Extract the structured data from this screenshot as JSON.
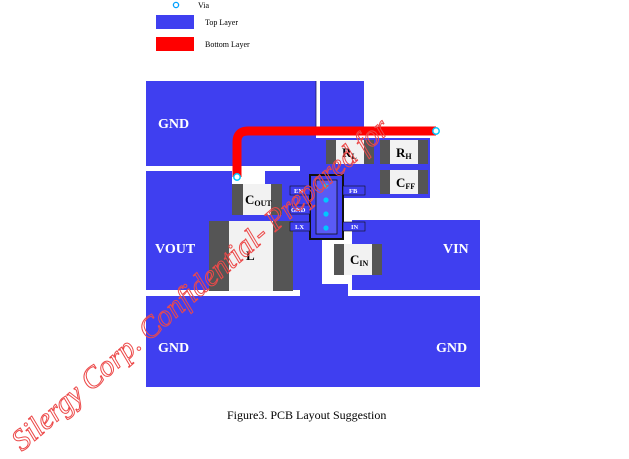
{
  "legend": {
    "via_label": "Via",
    "top_layer_label": "Top Layer",
    "bottom_layer_label": "Bottom Layer"
  },
  "colors": {
    "top_layer": "#3f3ff0",
    "bottom_layer": "#ff0000",
    "via": "#00c8ff",
    "pad": "#555555",
    "body": "#f2f2f2",
    "watermark": "#ec4a4a"
  },
  "pours": {
    "gnd_top_left": "GND",
    "vout": "VOUT",
    "vin": "VIN",
    "gnd_bottom_left": "GND",
    "gnd_bottom_right": "GND"
  },
  "components": {
    "cout": {
      "main": "C",
      "sub": "OUT"
    },
    "inductor": {
      "main": "L"
    },
    "rl": {
      "main": "R",
      "sub": "L"
    },
    "rh": {
      "main": "R",
      "sub": "H"
    },
    "cff": {
      "main": "C",
      "sub": "FF"
    },
    "cin": {
      "main": "C",
      "sub": "IN"
    }
  },
  "ic_pins": {
    "en": "EN",
    "gnd": "GND",
    "lx": "LX",
    "fb": "FB",
    "in": "IN"
  },
  "caption": "Figure3. PCB Layout Suggestion",
  "watermark": "Silergy Corp. Confidential- Prepared for"
}
